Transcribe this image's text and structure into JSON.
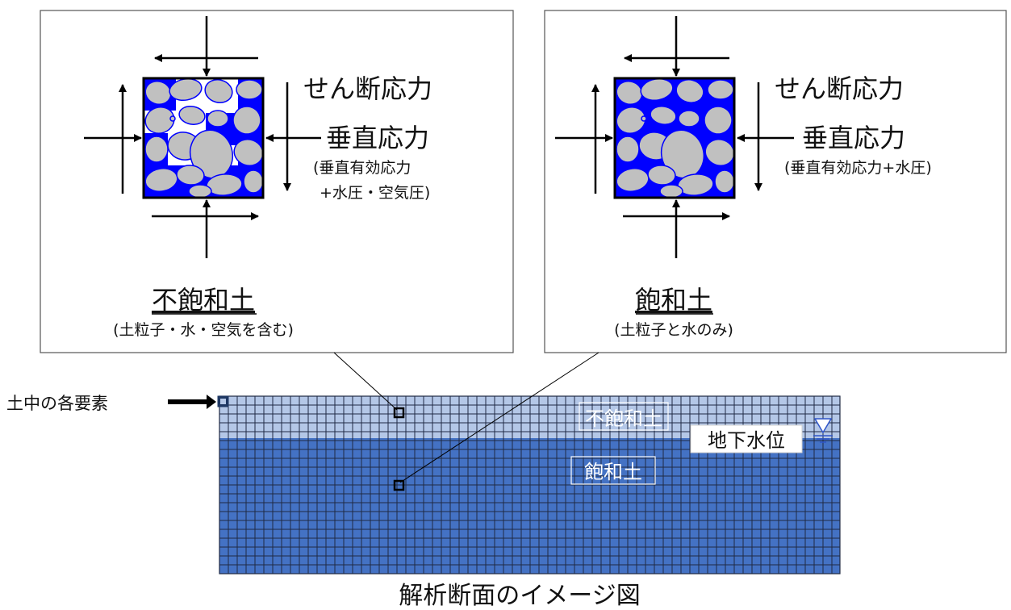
{
  "panels": {
    "unsaturated": {
      "shear_label": "せん断応力",
      "normal_label": "垂直応力",
      "normal_sub_1": "(垂直有効応力",
      "normal_sub_2": "+水圧・空気圧)",
      "title": "不飽和土",
      "subtitle": "(土粒子・水・空気を含む)"
    },
    "saturated": {
      "shear_label": "せん断応力",
      "normal_label": "垂直応力",
      "normal_sub": "(垂直有効応力+水圧)",
      "title": "飽和土",
      "subtitle": "(土粒子と水のみ)"
    }
  },
  "section": {
    "element_label": "土中の各要素",
    "unsaturated_label": "不飽和土",
    "saturated_label": "飽和土",
    "water_table_label": "地下水位",
    "caption": "解析断面のイメージ図"
  },
  "colors": {
    "water": "#0000ff",
    "particle": "#c0c0c0",
    "unsaturated_zone": "#b4c7e7",
    "saturated_zone": "#4472c4",
    "grid_line": "#1f2a44"
  }
}
